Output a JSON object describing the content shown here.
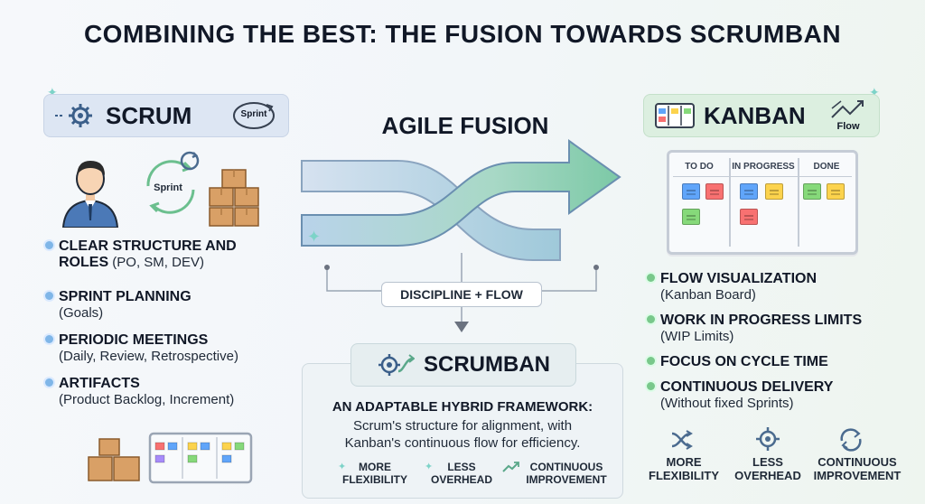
{
  "title": "COMBINING THE BEST: THE FUSION TOWARDS SCRUMBAN",
  "scrum": {
    "heading": "SCRUM",
    "badge": "Sprint",
    "cycle_label": "Sprint",
    "bullets": [
      {
        "head": "CLEAR STRUCTURE AND",
        "head2": "ROLES",
        "sub": " (PO, SM, DEV)"
      },
      {
        "head": "SPRINT PLANNING",
        "sub": "(Goals)"
      },
      {
        "head": "PERIODIC MEETINGS",
        "sub": "(Daily, Review, Retrospective)"
      },
      {
        "head": "ARTIFACTS",
        "sub": "(Product Backlog, Increment)"
      }
    ]
  },
  "fusion": {
    "label": "AGILE FUSION",
    "connector": "DISCIPLINE + FLOW"
  },
  "kanban": {
    "heading": "KANBAN",
    "flow_label": "Flow",
    "board": {
      "columns": [
        "TO DO",
        "IN PROGRESS",
        "DONE"
      ]
    },
    "bullets": [
      {
        "head": "FLOW VISUALIZATION",
        "sub": "(Kanban Board)"
      },
      {
        "head": "WORK IN PROGRESS LIMITS",
        "sub": "(WIP Limits)"
      },
      {
        "head": "FOCUS ON CYCLE TIME",
        "sub": ""
      },
      {
        "head": "CONTINUOUS DELIVERY",
        "sub": "(Without fixed Sprints)"
      }
    ],
    "benefits": [
      {
        "line1": "MORE",
        "line2": "FLEXIBILITY"
      },
      {
        "line1": "LESS",
        "line2": "OVERHEAD"
      },
      {
        "line1": "CONTINUOUS",
        "line2": "IMPROVEMENT"
      }
    ]
  },
  "scrumban": {
    "heading": "SCRUMBAN",
    "subtitle": "AN ADAPTABLE HYBRID FRAMEWORK:",
    "line1": "Scrum's structure for alignment, with",
    "line2": "Kanban's continuous flow for efficiency.",
    "benefits": [
      {
        "line1": "MORE",
        "line2": "FLEXIBILITY"
      },
      {
        "line1": "LESS",
        "line2": "OVERHEAD"
      },
      {
        "line1": "CONTINUOUS",
        "line2": "IMPROVEMENT"
      }
    ]
  }
}
